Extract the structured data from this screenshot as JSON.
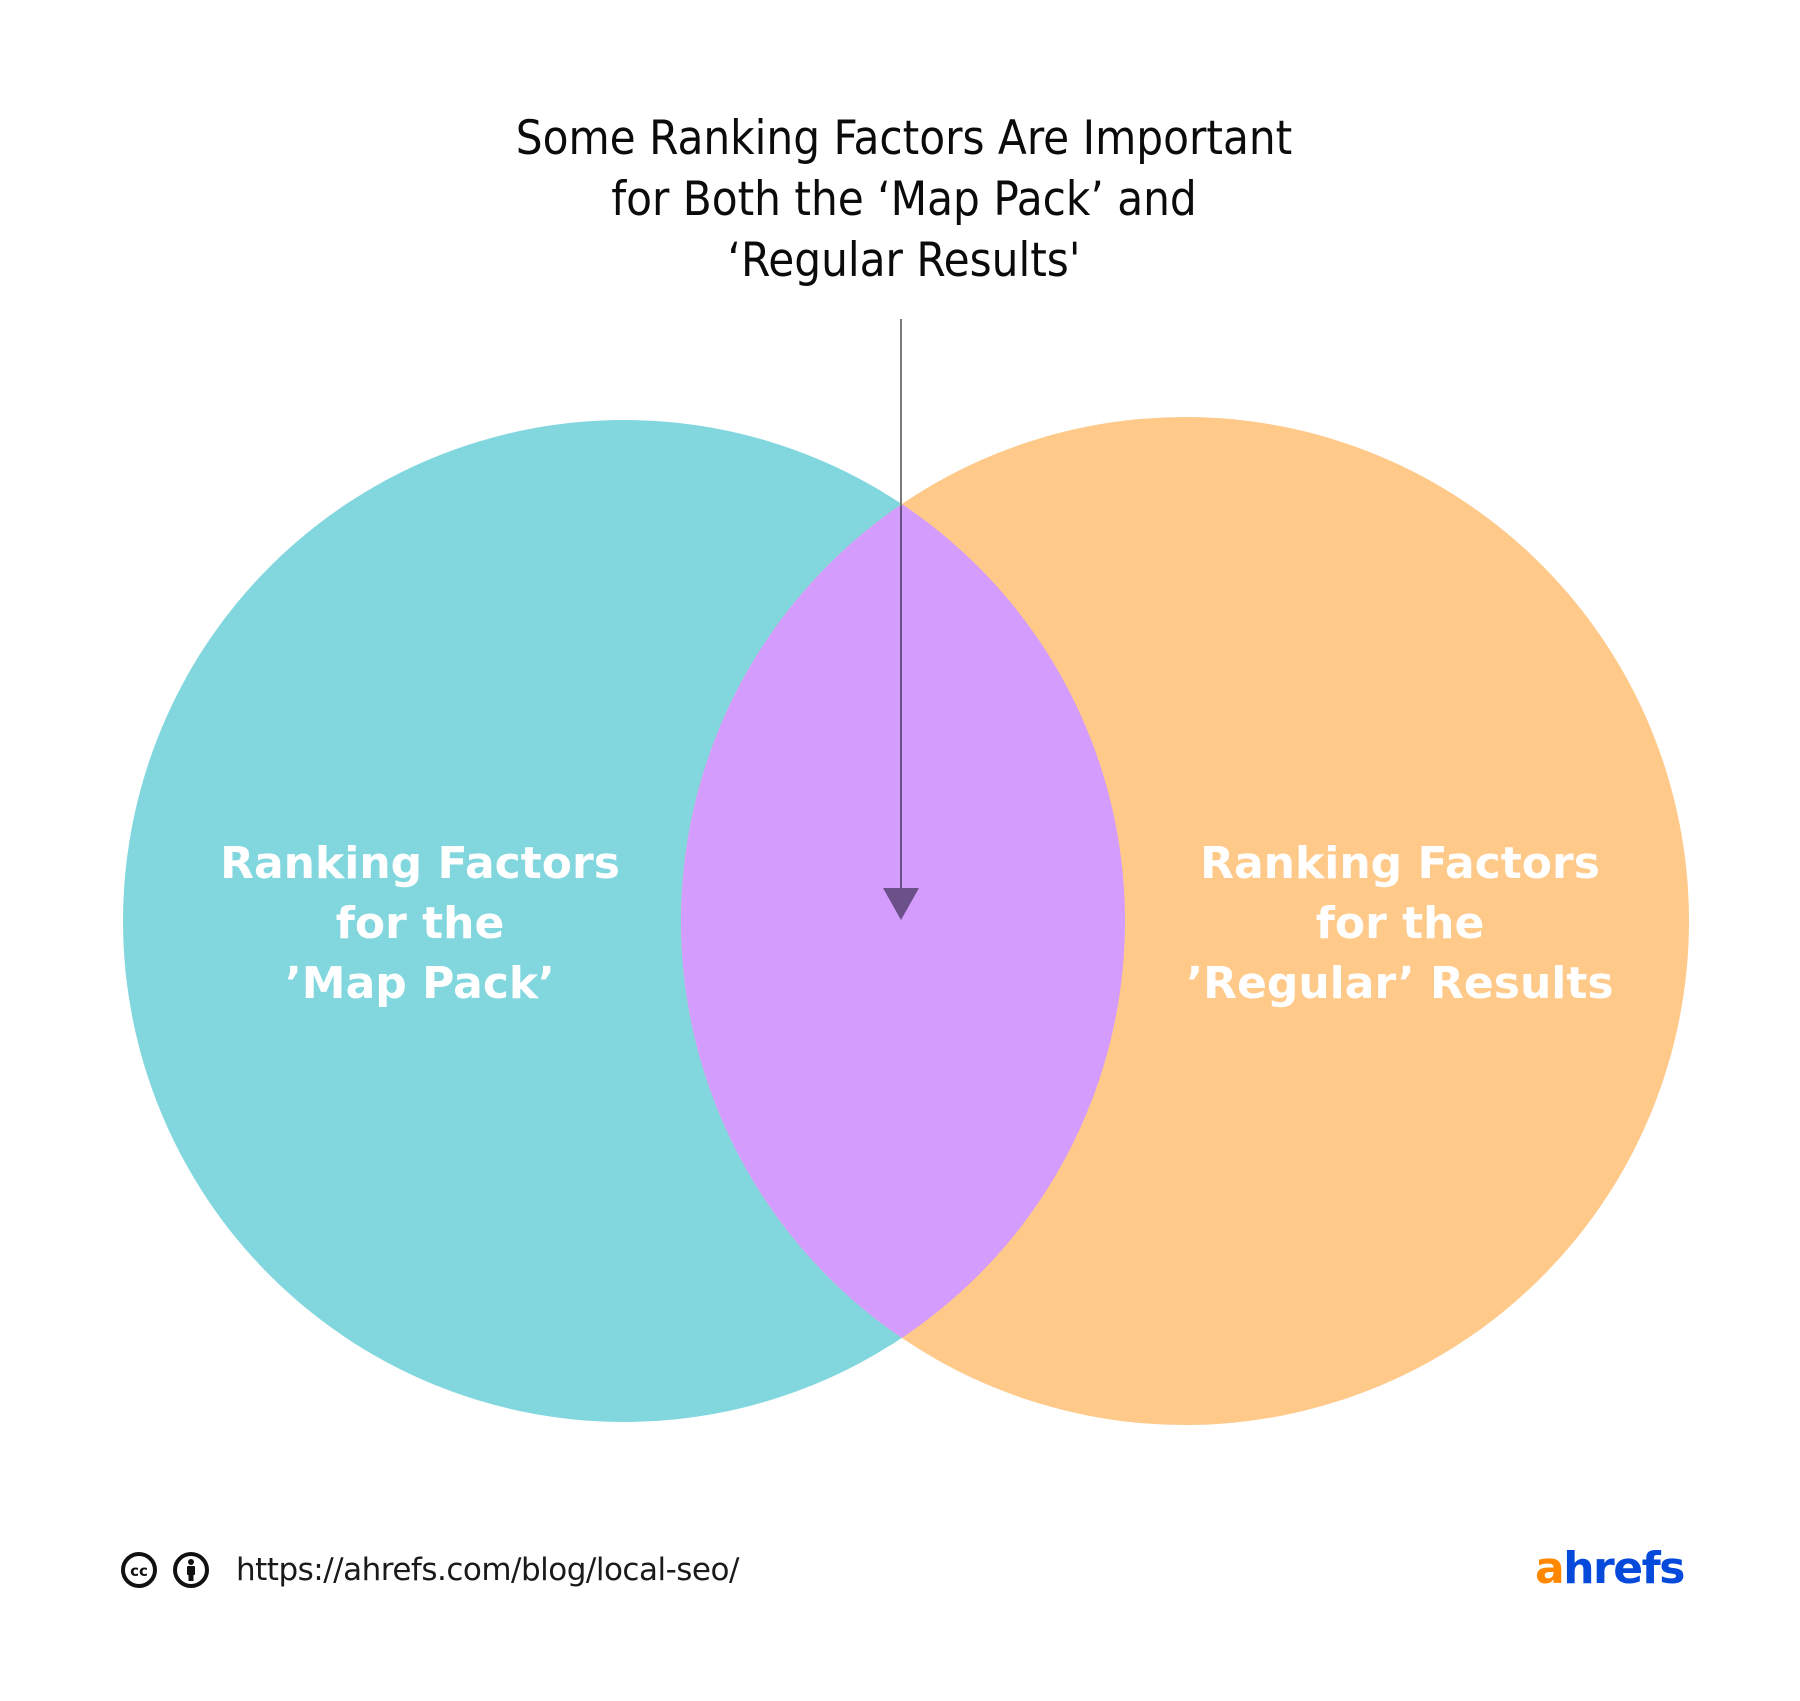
{
  "title": {
    "lines": [
      "Some Ranking Factors Are Important",
      "for Both the ‘Map Pack’ and",
      "‘Regular Results'"
    ]
  },
  "venn": {
    "left": {
      "label_lines": [
        "Ranking Factors",
        "for the",
        "’Map Pack’"
      ],
      "color": "#82d7de"
    },
    "right": {
      "label_lines": [
        "Ranking Factors",
        "for the",
        "’Regular’ Results"
      ],
      "color": "#fec989"
    },
    "overlap": {
      "color": "#d49cfc",
      "annotation": "Some Ranking Factors Are Important for Both the ‘Map Pack’ and ‘Regular Results'"
    },
    "arrow_color": "#6b5089"
  },
  "footer": {
    "license_icons": [
      "creative-commons-icon",
      "attribution-icon"
    ],
    "url": "https://ahrefs.com/blog/local-seo/",
    "logo": {
      "first": "a",
      "rest": "hrefs",
      "first_color": "#ff8800",
      "rest_color": "#054ada"
    }
  }
}
